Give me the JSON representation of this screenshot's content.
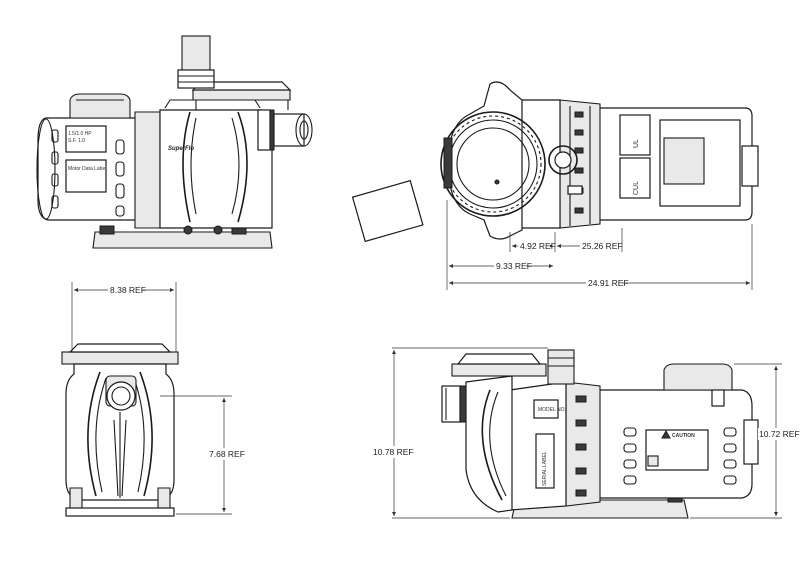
{
  "dimensions": {
    "d492": "4.92 REF",
    "d2526": "25.26 REF",
    "d933": "9.33 REF",
    "d2491": "24.91 REF",
    "d838": "8.38 REF",
    "d768": "7.68 REF",
    "d1078": "10.78 REF",
    "d1072": "10.72 REF"
  },
  "labels": {
    "brand": "SuperFlo",
    "caution": "CAUTION",
    "cul": "CUL",
    "ul": "UL",
    "model_no": "MODEL NO.",
    "serial_label": "SERIAL LABEL",
    "motor_label": "Motor Data Label"
  },
  "colors": {
    "line": "#1a1a1a",
    "fill": "#e9e9e9",
    "paper": "#ffffff"
  }
}
